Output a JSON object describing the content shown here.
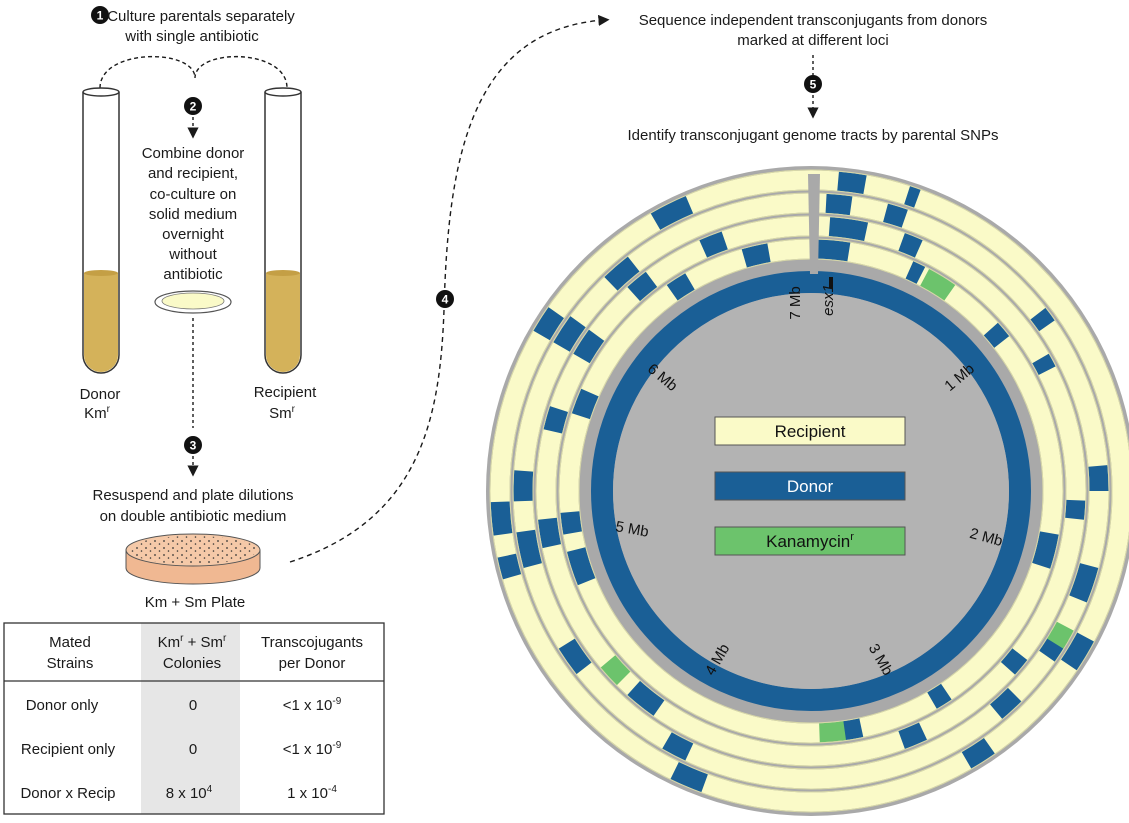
{
  "steps": [
    {
      "num": "1",
      "lines": [
        "Culture parentals separately",
        "with single antibiotic"
      ]
    },
    {
      "num": "2",
      "lines": [
        "Combine donor",
        "and recipient,",
        "co-culture on",
        "solid medium",
        "overnight",
        "without",
        "antibiotic"
      ]
    },
    {
      "num": "3",
      "lines": [
        "Resuspend and plate dilutions",
        "on double antibiotic medium"
      ]
    },
    {
      "num": "4",
      "lines": []
    },
    {
      "num": "5",
      "lines": [
        "Identify transconjugant genome tracts by parental SNPs"
      ]
    }
  ],
  "top_right_text": [
    "Sequence independent transconjugants from donors",
    "marked at different loci"
  ],
  "tubes": {
    "donor": {
      "name": "Donor",
      "marker": "Km",
      "sup": "r"
    },
    "recipient": {
      "name": "Recipient",
      "marker": "Sm",
      "sup": "r"
    }
  },
  "plate_label": "Km + Sm Plate",
  "table": {
    "headers": [
      {
        "lines": [
          "Mated",
          "Strains"
        ]
      },
      {
        "lines": [
          "Km",
          "Colonies"
        ],
        "sup_a": "r",
        "mid": " + Sm",
        "sup_b": "r"
      },
      {
        "lines": [
          "Transcojugants",
          "per Donor"
        ]
      }
    ],
    "rows": [
      {
        "strain": "Donor only",
        "colonies": "0",
        "per_donor": {
          "base": "<1 x 10",
          "exp": "-9"
        }
      },
      {
        "strain": "Recipient only",
        "colonies": "0",
        "per_donor": {
          "base": "<1 x 10",
          "exp": "-9"
        }
      },
      {
        "strain": "Donor x Recip",
        "colonies": {
          "base": "8 x 10",
          "exp": "4"
        },
        "per_donor": {
          "base": "1 x 10",
          "exp": "-4"
        }
      }
    ]
  },
  "genome": {
    "position_labels": [
      "7 Mb",
      "1 Mb",
      "2 Mb",
      "3 Mb",
      "4 Mb",
      "5 Mb",
      "6 Mb"
    ],
    "gene_label": "esx1",
    "legend": [
      {
        "label": "Recipient",
        "color": "#fafac8",
        "sup": ""
      },
      {
        "label": "Donor",
        "color": "#1a5f96",
        "sup": ""
      },
      {
        "label": "Kanamycin",
        "color": "#6cc36c",
        "sup": "r"
      }
    ]
  },
  "colors": {
    "recipient": "#fafac8",
    "donor": "#1a5f96",
    "kanamycin": "#6cc36c",
    "core": "#b3b3b3",
    "tube_liquid": "#d4b25a",
    "plate": "#f5c9a8"
  }
}
